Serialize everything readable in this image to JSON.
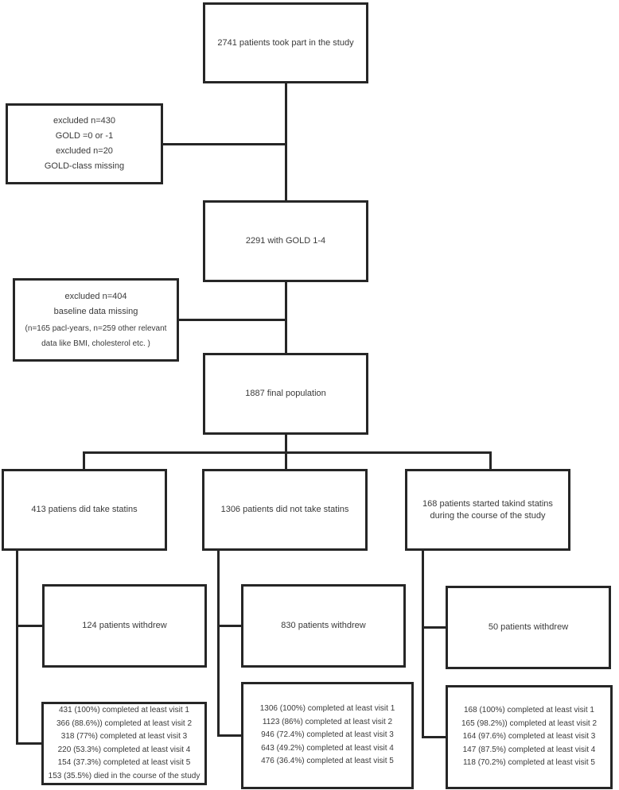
{
  "boxes": {
    "enrolled": "2741 patients took part in the study",
    "excluded1": [
      "excluded n=430",
      "GOLD =0 or -1",
      "excluded n=20",
      "GOLD-class missing"
    ],
    "gold": "2291 with GOLD 1-4",
    "excluded2": [
      "excluded n=404",
      "baseline data missing",
      "(n=165 pacl-years, n=259 other relevant data like BMI, cholesterol etc. )"
    ],
    "final": "1887 final population"
  },
  "branches": [
    {
      "label": "413 patiens did take statins",
      "withdrew": "124 patients withdrew",
      "visits": [
        "431 (100%) completed at least visit 1",
        "366 (88.6%)) completed at least visit 2",
        "318 (77%) completed at least visit 3",
        "220 (53.3%) completed at least visit 4",
        "154 (37.3%) completed at least visit 5",
        "153 (35.5%) died in the course of the study"
      ]
    },
    {
      "label": "1306 patients did not take statins",
      "withdrew": "830 patients withdrew",
      "visits": [
        "1306 (100%) completed at least visit 1",
        "1123 (86%) completed at least visit 2",
        "946 (72.4%) completed at least visit 3",
        "643 (49.2%) completed at least visit 4",
        "476 (36.4%) completed at least visit 5"
      ]
    },
    {
      "label": "168 patients started takind statins during the course of the study",
      "withdrew": "50 patients withdrew",
      "visits": [
        "168 (100%) completed at least visit 1",
        "165 (98.2%)) completed at least visit 2",
        "164 (97.6%) completed at least visit 3",
        "147 (87.5%) completed at least visit 4",
        "118 (70.2%) completed at least visit 5"
      ]
    }
  ],
  "colors": {
    "line": "#262626",
    "text": "#3a3a3a",
    "background": "#ffffff"
  }
}
